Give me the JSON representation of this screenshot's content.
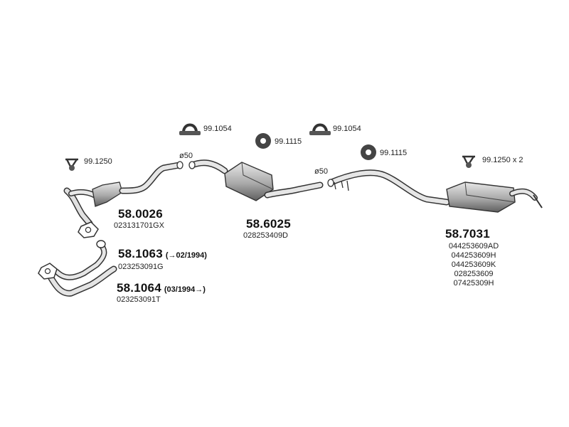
{
  "hardware": {
    "clamp_a": "99.1054",
    "ring_a": "99.1115",
    "clamp_b": "99.1054",
    "ring_b": "99.1115",
    "hanger_front": "99.1250",
    "hanger_rear": "99.1250 x 2"
  },
  "diameters": {
    "front": "ø50",
    "rear": "ø50"
  },
  "parts": {
    "catalyst": {
      "number": "58.0026",
      "oe": "023131701GX"
    },
    "front_pipe_early": {
      "number": "58.1063",
      "range": "(→02/1994)",
      "oe": "023253091G"
    },
    "front_pipe_late": {
      "number": "58.1064",
      "range": "(03/1994→)",
      "oe": "023253091T"
    },
    "middle_silencer": {
      "number": "58.6025",
      "oe": "028253409D"
    },
    "rear_silencer": {
      "number": "58.7031",
      "oe_list": [
        "044253609AD",
        "044253609H",
        "044253609K",
        "028253609",
        "07425309H"
      ]
    }
  },
  "colors": {
    "line": "#333333",
    "fill_light": "#d9d9d9",
    "fill_dark": "#555555"
  }
}
